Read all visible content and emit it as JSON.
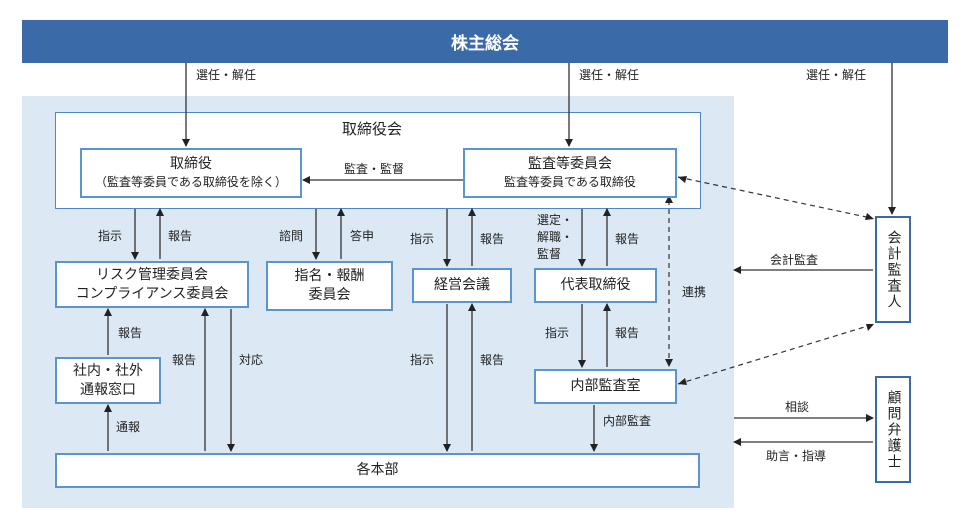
{
  "top": {
    "label": "株主総会"
  },
  "board": {
    "title": "取締役会"
  },
  "boxes": {
    "directors_line1": "取締役",
    "directors_line2": "（監査等委員である取締役を除く）",
    "audit_committee_line1": "監査等委員会",
    "audit_committee_line2": "監査等委員である取締役",
    "risk_line1": "リスク管理委員会",
    "risk_line2": "コンプライアンス委員会",
    "nomination_line1": "指名・報酬",
    "nomination_line2": "委員会",
    "management_meeting": "経営会議",
    "representative_director": "代表取締役",
    "whistleblow_line1": "社内・社外",
    "whistleblow_line2": "通報窓口",
    "internal_audit": "内部監査室",
    "departments": "各本部",
    "external_auditor": "会計監査人",
    "legal_advisor": "顧問弁護士"
  },
  "labels": {
    "elect_dismiss_1": "選任・解任",
    "elect_dismiss_2": "選任・解任",
    "elect_dismiss_3": "選任・解任",
    "audit_supervise": "監査・監督",
    "instruct_1": "指示",
    "report_1": "報告",
    "consult": "諮問",
    "reply": "答申",
    "instruct_2": "指示",
    "report_2": "報告",
    "appoint_line1": "選定・",
    "appoint_line2": "解職・",
    "appoint_line3": "監督",
    "report_3": "報告",
    "accounting_audit": "会計監査",
    "coordination": "連携",
    "report_4": "報告",
    "report_5": "報告",
    "respond": "対応",
    "instruct_3": "指示",
    "report_6": "報告",
    "instruct_4": "指示",
    "report_7": "報告",
    "notify": "通報",
    "internal_audit_label": "内部監査",
    "consultation": "相談",
    "advice": "助言・指導"
  }
}
